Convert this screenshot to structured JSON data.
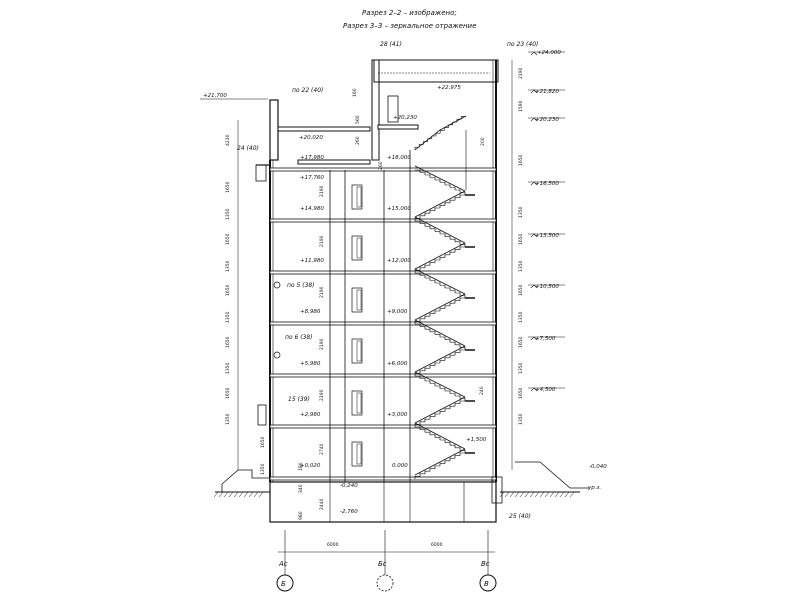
{
  "header": {
    "line1": "Разрез 2–2 – изображено;",
    "line2": "Разрез 3–3 – зеркальное отражение"
  },
  "elevations_right": [
    "+24,000",
    "+21,820",
    "+20,230",
    "+16,500",
    "+13,500",
    "+10,500",
    "+7,500",
    "+4,500",
    "-0,040",
    "ур.з."
  ],
  "elevations_left_top": "+21,700",
  "floor_marks_left": [
    "+17,980",
    "+17,760",
    "+14,980",
    "+11,980",
    "+8,980",
    "+5,980",
    "+2,980",
    "+0,020",
    "-0,240",
    "-2,760"
  ],
  "floor_marks_mid": [
    "+18,000",
    "+15,000",
    "+12,000",
    "+9,000",
    "+6,000",
    "+3,000",
    "0,000",
    "+1,500"
  ],
  "roof_marks": [
    "+22,975",
    "+20,230",
    "+20,020"
  ],
  "callouts": {
    "c28": "28 (41)",
    "c23": "по 23 (40)",
    "c22": "по 22 (40)",
    "c24": "24 (40)",
    "c5": "по 5 (38)",
    "c6": "по 6 (38)",
    "c15": "15 (39)",
    "c25": "25 (40)"
  },
  "dims_left": [
    "1650",
    "1350",
    "1650",
    "1350",
    "1650",
    "1350",
    "1650",
    "1350",
    "1650",
    "1350",
    "1650",
    "1350",
    "4230"
  ],
  "dims_right": [
    "2190",
    "1590",
    "1650",
    "1350",
    "1650",
    "1350",
    "1650",
    "1350",
    "1650",
    "1350",
    "1650",
    "1350"
  ],
  "dims_inner": [
    "2190",
    "2190",
    "2190",
    "2190",
    "2190",
    "2740",
    "2440",
    "160",
    "180",
    "340",
    "980",
    "560",
    "260",
    "260",
    "200",
    "240"
  ],
  "axis_dims": [
    "6000",
    "6000"
  ],
  "axis_top": [
    "Ас",
    "Бс",
    "Вс"
  ],
  "axis_bottom": [
    "Б",
    "В"
  ]
}
